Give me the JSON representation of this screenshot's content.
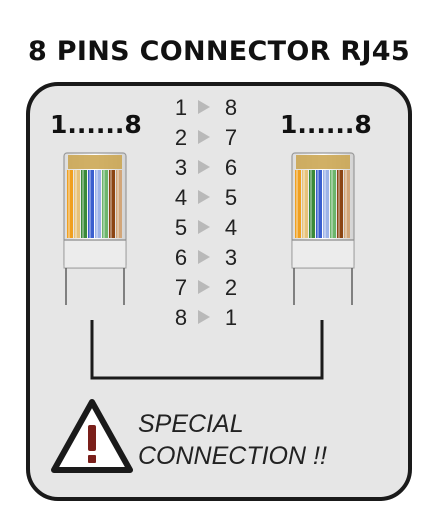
{
  "title": "8 PINS CONNECTOR RJ45",
  "connectors": {
    "left_label": "1......8",
    "right_label": "1......8"
  },
  "pin_map": [
    {
      "from": "1",
      "to": "8"
    },
    {
      "from": "2",
      "to": "7"
    },
    {
      "from": "3",
      "to": "6"
    },
    {
      "from": "4",
      "to": "5"
    },
    {
      "from": "5",
      "to": "4"
    },
    {
      "from": "6",
      "to": "3"
    },
    {
      "from": "7",
      "to": "2"
    },
    {
      "from": "8",
      "to": "1"
    }
  ],
  "warning": {
    "icon": "warning-triangle-icon",
    "line1": "SPECIAL",
    "line2": "CONNECTION !!"
  },
  "colors": {
    "panel": "#e6e6e6",
    "border": "#1a1a1a",
    "arrow": "#b9b9b9",
    "wires": [
      "#f0a020",
      "#e7c27a",
      "#3a8a3a",
      "#3a5fcf",
      "#9db3e8",
      "#6cb56c",
      "#8b4513",
      "#d2a679"
    ]
  }
}
